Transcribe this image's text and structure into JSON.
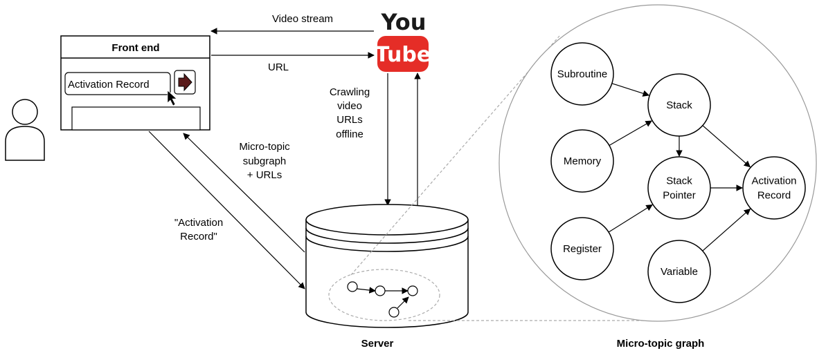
{
  "frontend": {
    "title": "Front end",
    "search_value": "Activation Record"
  },
  "logo": {
    "line1": "You",
    "line2": "Tube"
  },
  "edges": {
    "video_stream": "Video stream",
    "url": "URL",
    "crawling": [
      "Crawling",
      "video",
      "URLs",
      "offline"
    ],
    "microtopic": [
      "Micro-topic",
      "subgraph",
      "+ URLs"
    ],
    "query": [
      "\"Activation",
      "Record\""
    ]
  },
  "server": {
    "label": "Server"
  },
  "graph": {
    "label": "Micro-topic graph",
    "nodes": [
      {
        "id": "subroutine",
        "lines": [
          "Subroutine"
        ]
      },
      {
        "id": "stack",
        "lines": [
          "Stack"
        ]
      },
      {
        "id": "memory",
        "lines": [
          "Memory"
        ]
      },
      {
        "id": "stack-pointer",
        "lines": [
          "Stack",
          "Pointer"
        ]
      },
      {
        "id": "activation-record",
        "lines": [
          "Activation",
          "Record"
        ]
      },
      {
        "id": "register",
        "lines": [
          "Register"
        ]
      },
      {
        "id": "variable",
        "lines": [
          "Variable"
        ]
      }
    ],
    "edges": [
      [
        "subroutine",
        "stack"
      ],
      [
        "memory",
        "stack"
      ],
      [
        "stack",
        "stack-pointer"
      ],
      [
        "stack",
        "activation-record"
      ],
      [
        "stack-pointer",
        "activation-record"
      ],
      [
        "register",
        "stack-pointer"
      ],
      [
        "variable",
        "activation-record"
      ]
    ]
  },
  "colors": {
    "youtube_red": "#e52d27",
    "arrow_button": "#5a1a1a"
  }
}
